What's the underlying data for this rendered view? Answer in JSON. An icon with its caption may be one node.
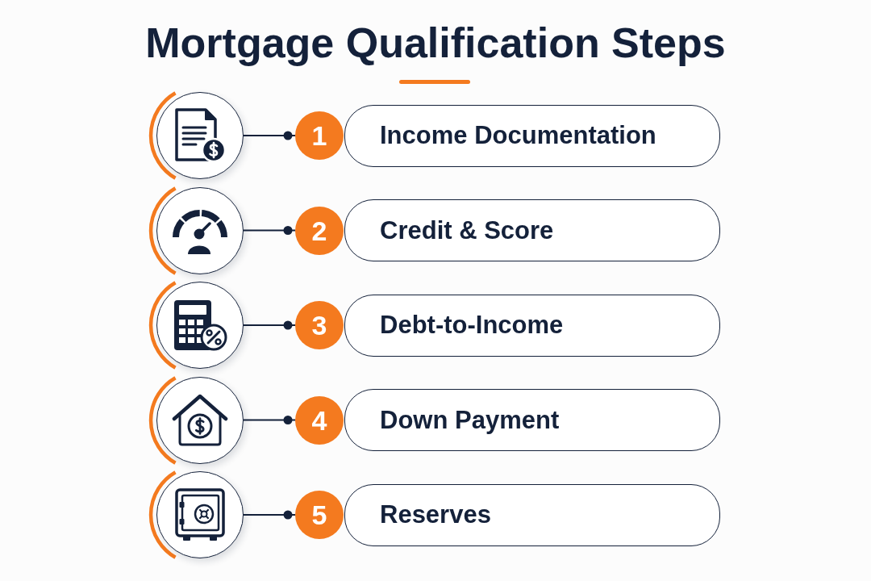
{
  "diagram": {
    "title": "Mortgage Qualification Steps",
    "nodes": [
      {
        "text": [],
        "shape": "picture"
      },
      {
        "text": [
          "1"
        ]
      },
      {
        "text": [
          "Income Documentation"
        ]
      },
      {
        "text": [],
        "shape": "picture"
      },
      {
        "text": [
          "2"
        ]
      },
      {
        "text": [
          "Credit & Score"
        ]
      },
      {
        "text": [],
        "shape": "picture"
      },
      {
        "text": [
          "3"
        ]
      },
      {
        "text": [
          "Debt-to-Income"
        ]
      },
      {
        "text": [],
        "shape": "picture"
      },
      {
        "text": [
          "4"
        ]
      },
      {
        "text": [
          "Down Payment"
        ]
      },
      {
        "text": [],
        "shape": "picture"
      },
      {
        "text": [
          "5"
        ]
      },
      {
        "text": [
          "Reserves"
        ]
      }
    ],
    "edges": [
      {
        "from": 0,
        "to": 1,
        "arrow": "other"
      },
      {
        "from": 3,
        "to": 4,
        "arrow": "other"
      },
      {
        "from": 6,
        "to": 7,
        "arrow": "other"
      },
      {
        "from": 9,
        "to": 10,
        "arrow": "other"
      },
      {
        "from": 12,
        "to": 13,
        "arrow": "other"
      }
    ]
  }
}
